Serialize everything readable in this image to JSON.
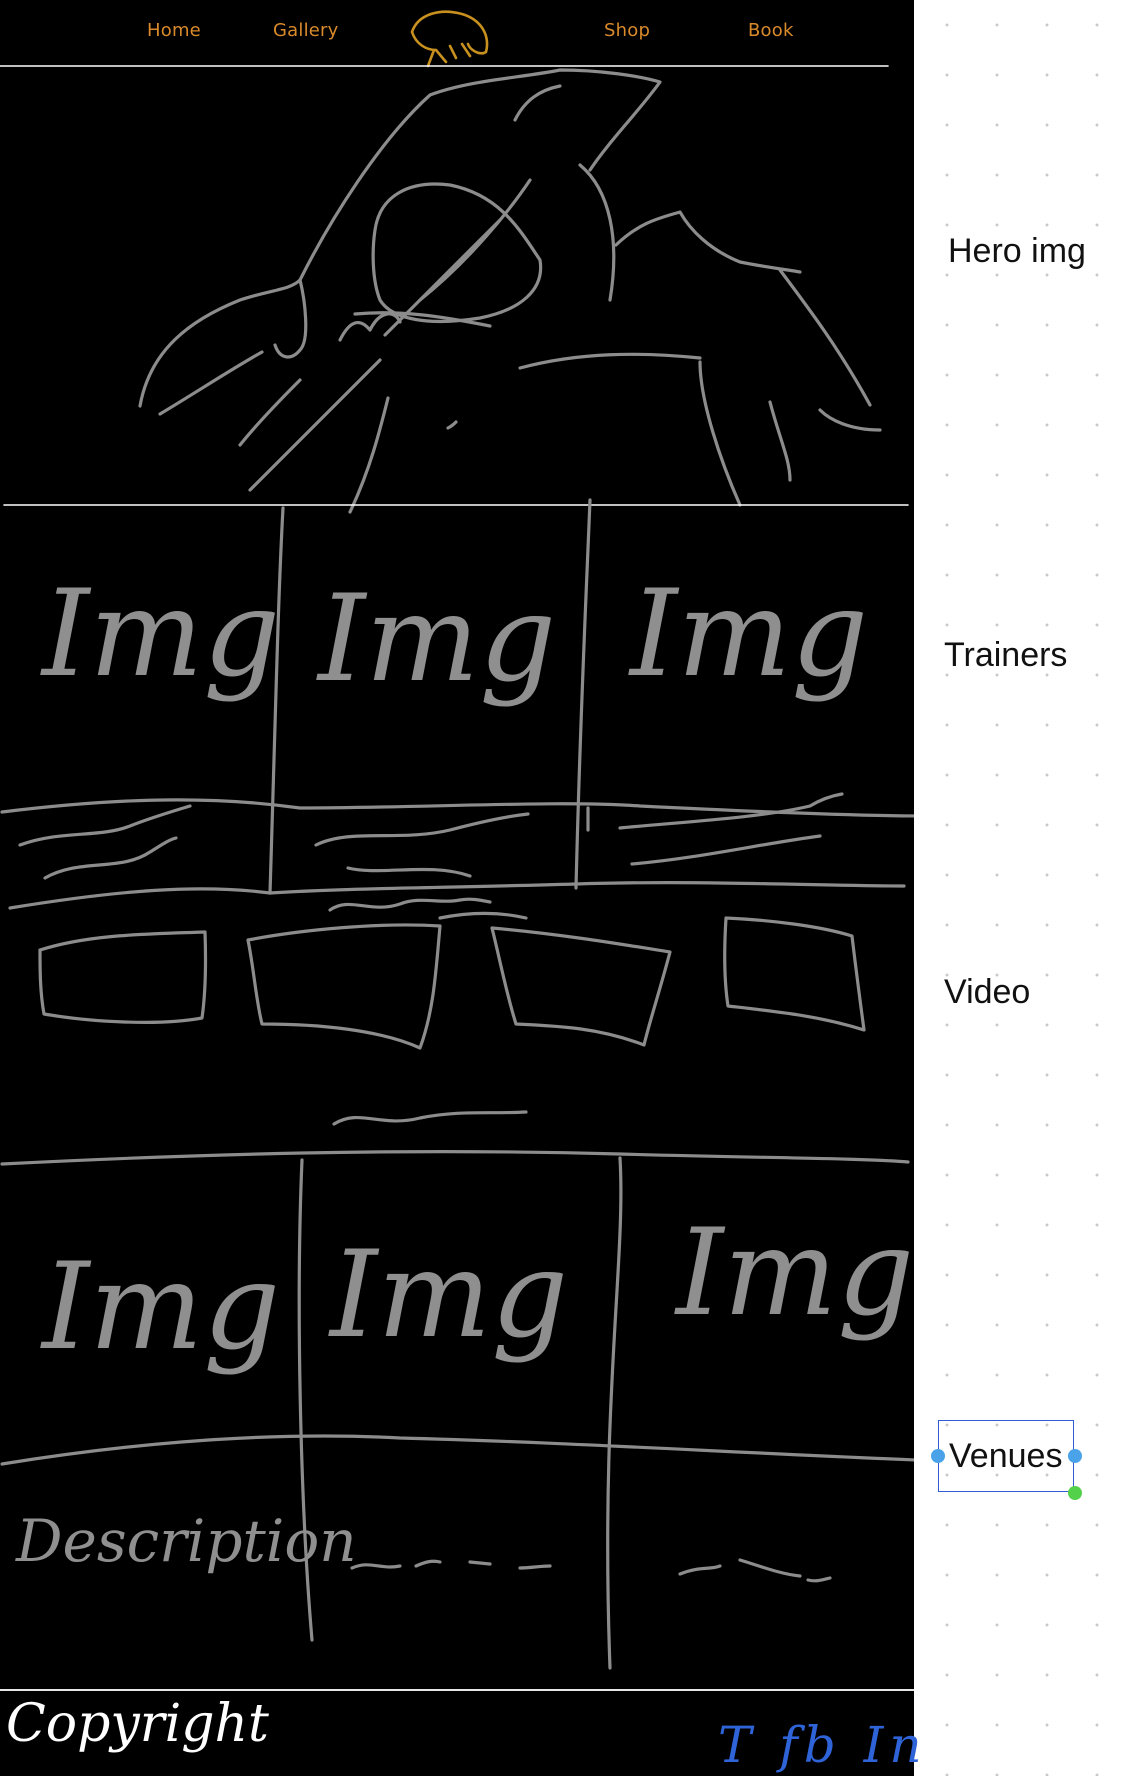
{
  "nav": {
    "links": [
      "Home",
      "Gallery",
      "Shop",
      "Book"
    ],
    "logo": "dog-logo-icon",
    "color": "#d98a2b"
  },
  "sections": {
    "hero": "Hero img",
    "trainers": "Trainers",
    "video": "Video",
    "venues": "Venues"
  },
  "sketch": {
    "img": "Img",
    "description": "Description"
  },
  "footer": {
    "copyright": "Copyright",
    "social": "T fb In"
  },
  "colors": {
    "canvas_bg": "#000000",
    "sketch_stroke": "#8c8c8c",
    "selection": "#2f5bd3",
    "handle_blue": "#4aa3e8",
    "handle_green": "#54d14a",
    "social": "#2f63d8"
  }
}
